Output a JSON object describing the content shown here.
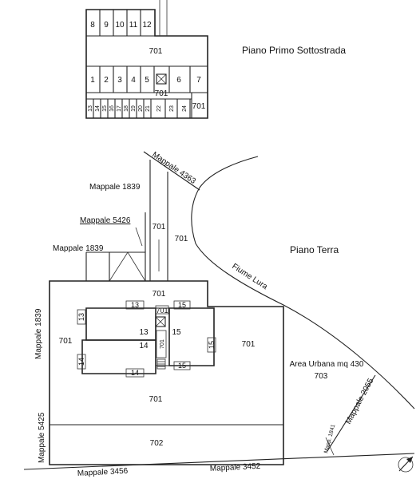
{
  "titles": {
    "basement": "Piano Primo Sottostrada",
    "ground": "Piano Terra"
  },
  "basement": {
    "top_boxes": [
      "8",
      "9",
      "10",
      "11",
      "12"
    ],
    "mid_boxes": [
      "1",
      "2",
      "3",
      "4",
      "5"
    ],
    "right_boxes": [
      "6",
      "7"
    ],
    "bottom_boxes": [
      "13",
      "14",
      "15",
      "16",
      "17",
      "18",
      "19",
      "20",
      "21",
      "22",
      "23",
      "24"
    ],
    "corridor": "701",
    "stair_area": "701",
    "right_area": "701"
  },
  "parcels": {
    "m1839_top": "Mappale 1839",
    "m4363": "Mappale 4363",
    "m5426": "Mappale 5426",
    "m1839_mid": "Mappale 1839",
    "m1839_left": "Mappale 1839",
    "m5425": "Mappale 5425",
    "m3456": "Mappale 3456",
    "m3452": "Mappale 3452",
    "m2055": "Mappale 2055",
    "m1841": "Mapp. 1841",
    "fiume": "Fiume Lura"
  },
  "ground": {
    "access_701_a": "701",
    "access_701_b": "701",
    "court_top": "701",
    "court_left": "701",
    "court_right": "701",
    "court_bottom": "701",
    "stair_701": "701",
    "stair_701_v": "701",
    "unit_13_top": "13",
    "unit_13_left": "13",
    "unit_13_mid": "13",
    "unit_14_mid": "14",
    "unit_14_left": "14",
    "unit_14_bottom": "14",
    "unit_15_top": "15",
    "unit_15_mid": "15",
    "unit_15_right": "15",
    "unit_15_bottom": "15",
    "strip_702": "702",
    "urban_area": "Area Urbana mq 430",
    "urban_code": "703"
  }
}
